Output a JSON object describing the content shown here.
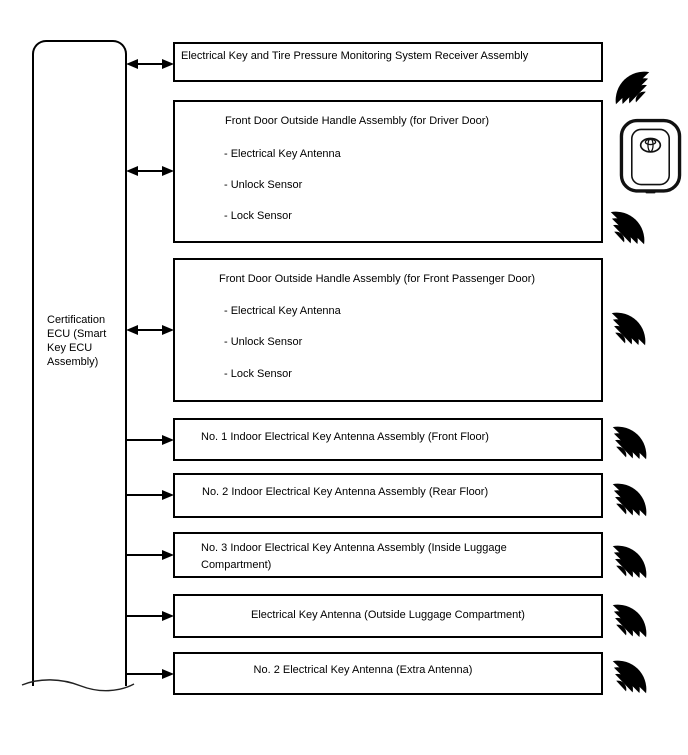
{
  "diagram": {
    "title_semantic": "Smart Key System Component Diagram",
    "ecu_label": "Certification ECU (Smart Key ECU Assembly)",
    "boxes": [
      {
        "title": "Electrical Key and Tire Pressure Monitoring System Receiver Assembly",
        "connection": "bidirectional",
        "wireless": true
      },
      {
        "title": "Front Door Outside Handle Assembly (for Driver Door)",
        "items": [
          "- Electrical Key Antenna",
          "- Unlock Sensor",
          "- Lock Sensor"
        ],
        "connection": "bidirectional",
        "wireless": true
      },
      {
        "title": "Front Door Outside Handle Assembly (for Front Passenger Door)",
        "items": [
          "- Electrical Key Antenna",
          "- Unlock Sensor",
          "- Lock Sensor"
        ],
        "connection": "bidirectional",
        "wireless": true
      },
      {
        "title": "No. 1 Indoor Electrical Key Antenna Assembly (Front Floor)",
        "connection": "unidirectional",
        "wireless": true
      },
      {
        "title": "No. 2 Indoor Electrical Key Antenna Assembly (Rear Floor)",
        "connection": "unidirectional",
        "wireless": true
      },
      {
        "title": "No. 3 Indoor Electrical Key Antenna Assembly (Inside Luggage Compartment)",
        "connection": "unidirectional",
        "wireless": true
      },
      {
        "title": "Electrical Key Antenna (Outside Luggage Compartment)",
        "connection": "unidirectional",
        "wireless": true
      },
      {
        "title": "No. 2 Electrical Key Antenna (Extra Antenna)",
        "connection": "unidirectional",
        "wireless": true
      }
    ],
    "icons": {
      "key_fob": "smart-key-fob",
      "waves_toward_receiver": "radio-waves-left",
      "waves_from_vehicle": "radio-waves-right"
    },
    "colors": {
      "line": "#000000",
      "text": "#000000",
      "background": "#ffffff"
    }
  }
}
